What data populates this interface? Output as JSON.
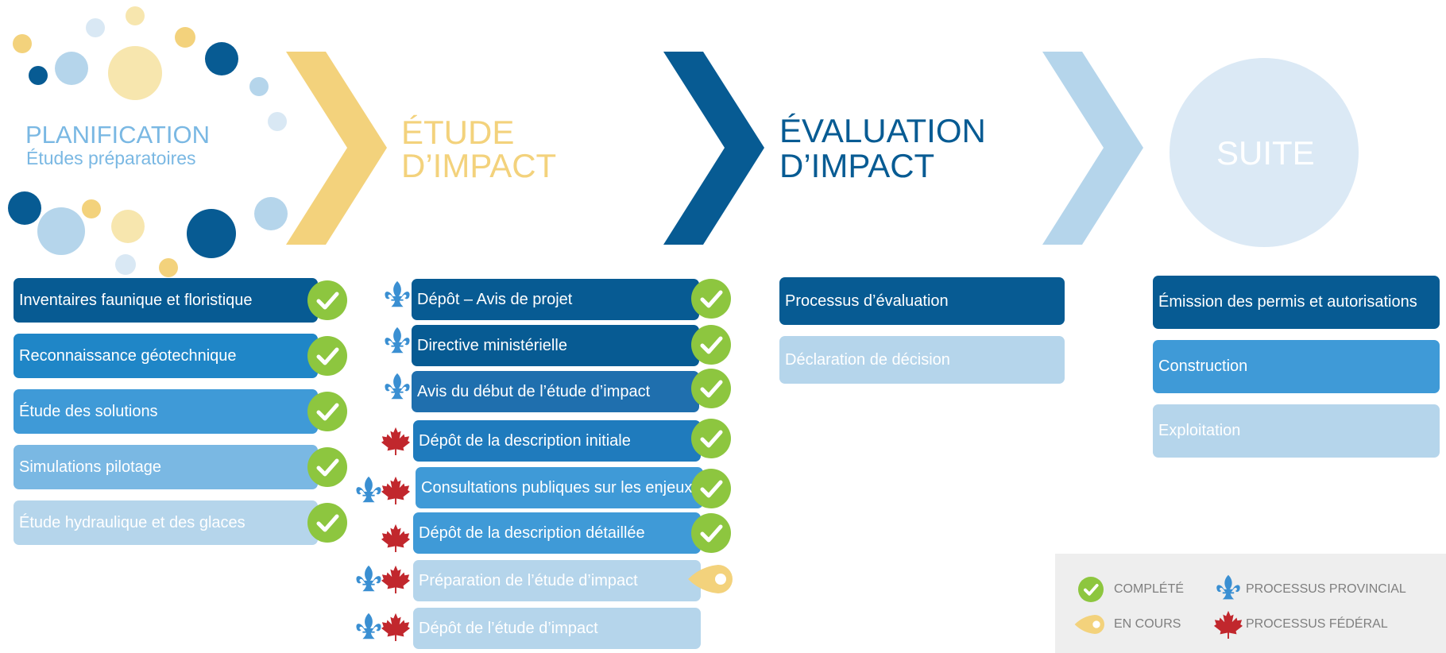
{
  "colors": {
    "navy": "#075b93",
    "blue": "#1f86c7",
    "mid_blue": "#3f9ad7",
    "light_blue": "#7ab8e3",
    "pale_blue": "#b5d5eb",
    "gold": "#f3d27c",
    "check_green": "#8dc63f",
    "maple_red": "#c1272d",
    "fleur_blue": "#3a8fd2"
  },
  "phases": {
    "planning": {
      "title": "PLANIFICATION",
      "subtitle": "Études préparatoires"
    },
    "study": {
      "line1": "ÉTUDE",
      "line2": "D’IMPACT"
    },
    "evaluation": {
      "line1": "ÉVALUATION",
      "line2": "D’IMPACT"
    },
    "next": {
      "title": "SUITE"
    }
  },
  "planning_steps": [
    {
      "label": "Inventaires faunique et floristique",
      "status": "complete"
    },
    {
      "label": "Reconnaissance géotechnique",
      "status": "complete"
    },
    {
      "label": "Étude des solutions",
      "status": "complete"
    },
    {
      "label": "Simulations pilotage",
      "status": "complete"
    },
    {
      "label": "Étude hydraulique et des glaces",
      "status": "complete"
    }
  ],
  "study_steps": [
    {
      "label": "Dépôt – Avis de projet",
      "status": "complete",
      "process": [
        "provincial"
      ]
    },
    {
      "label": "Directive ministérielle",
      "status": "complete",
      "process": [
        "provincial"
      ]
    },
    {
      "label": "Avis du début de l’étude d’impact",
      "status": "complete",
      "process": [
        "provincial"
      ]
    },
    {
      "label": "Dépôt de la description initiale",
      "status": "complete",
      "process": [
        "federal"
      ]
    },
    {
      "label": "Consultations publiques sur les enjeux",
      "status": "complete",
      "process": [
        "provincial",
        "federal"
      ]
    },
    {
      "label": "Dépôt de la description détaillée",
      "status": "complete",
      "process": [
        "federal"
      ]
    },
    {
      "label": "Préparation de l’étude d’impact",
      "status": "in_progress",
      "process": [
        "provincial",
        "federal"
      ]
    },
    {
      "label": "Dépôt de l’étude d’impact",
      "status": "pending",
      "process": [
        "provincial",
        "federal"
      ]
    }
  ],
  "evaluation_steps": [
    {
      "label": "Processus d’évaluation"
    },
    {
      "label": "Déclaration de décision"
    }
  ],
  "next_steps": [
    {
      "label": "Émission des permis et autorisations"
    },
    {
      "label": "Construction"
    },
    {
      "label": "Exploitation"
    }
  ],
  "legend": {
    "complete": "COMPLÉTÉ",
    "in_progress": "EN COURS",
    "provincial": "PROCESSUS PROVINCIAL",
    "federal": "PROCESSUS FÉDÉRAL"
  }
}
